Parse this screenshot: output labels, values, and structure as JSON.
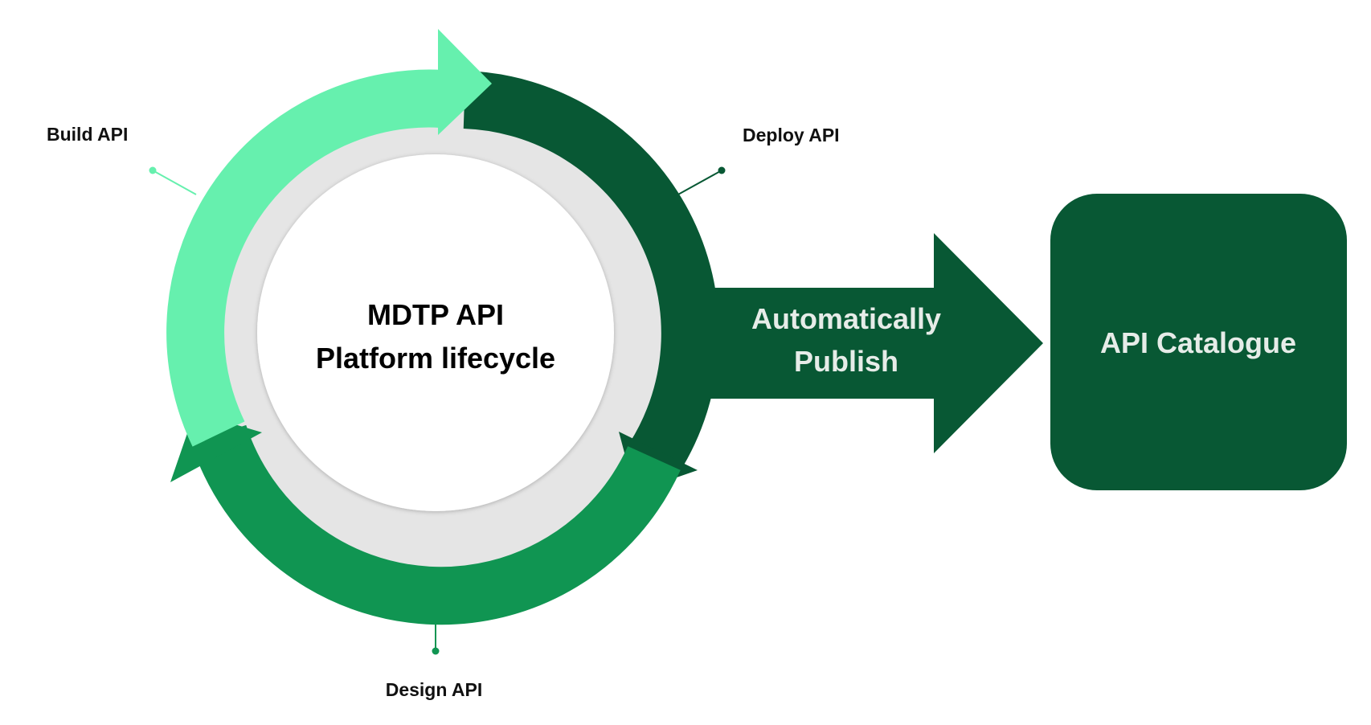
{
  "diagram": {
    "center": {
      "line1": "MDTP API",
      "line2": "Platform lifecycle"
    },
    "stages": [
      {
        "label": "Build API",
        "color": "#66f0ae"
      },
      {
        "label": "Deploy API",
        "color": "#085834"
      },
      {
        "label": "Design API",
        "color": "#109552"
      }
    ],
    "publish_arrow": {
      "line1": "Automatically",
      "line2": "Publish",
      "color": "#085834"
    },
    "catalogue": {
      "label": "API Catalogue",
      "color": "#085834"
    },
    "colors": {
      "ring_background": "#e5e5e5",
      "center_fill": "#ffffff",
      "light_text": "#e6ece8"
    }
  }
}
